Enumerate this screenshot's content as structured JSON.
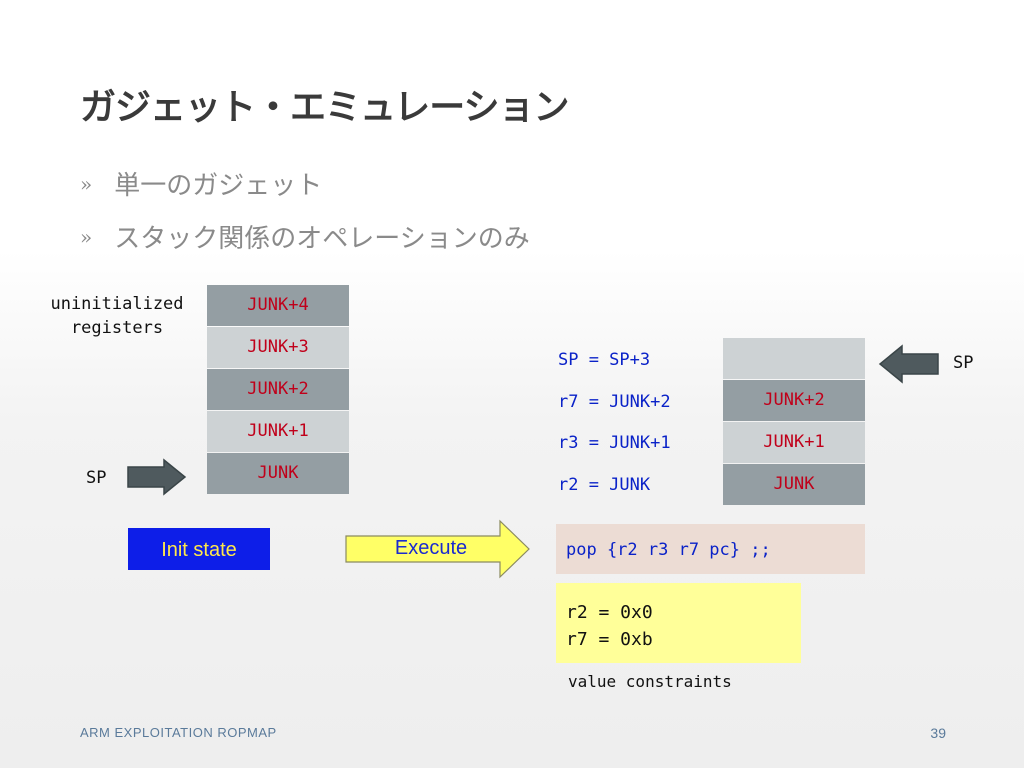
{
  "slide": {
    "title": "ガジェット・エミュレーション",
    "bullets": [
      {
        "mark": "»",
        "text": "単一のガジェット"
      },
      {
        "mark": "»",
        "text": "スタック関係のオペレーションのみ"
      }
    ]
  },
  "left_stack": {
    "label_line1": "uninitialized",
    "label_line2": "registers",
    "sp_label": "SP",
    "cells": [
      "JUNK+4",
      "JUNK+3",
      "JUNK+2",
      "JUNK+1",
      "JUNK"
    ]
  },
  "right_stack": {
    "sp_label": "SP",
    "ops": [
      "SP = SP+3",
      "r7 = JUNK+2",
      "r3 = JUNK+1",
      "r2 = JUNK"
    ],
    "cells": [
      "",
      "JUNK+2",
      "JUNK+1",
      "JUNK"
    ]
  },
  "init_label": "Init state",
  "execute_label": "Execute",
  "instruction": "pop {r2 r3 r7 pc} ;;",
  "constraints": {
    "line1": "r2 = 0x0",
    "line2": "r7 = 0xb",
    "caption": "value constraints"
  },
  "footer": {
    "left": "ARM EXPLOITATION ROPMAP",
    "page": "39"
  },
  "colors": {
    "cell_dark": "#949ea3",
    "cell_light": "#cdd2d4",
    "junk_text": "#c0001a",
    "op_text": "#0a22c8",
    "init_bg": "#0d1ee8",
    "init_text": "#ffe94a",
    "execute_bg": "#ffff66",
    "arrow_gray": "#4f5a5e",
    "pop_bg": "#ecdcd4",
    "constraints_bg": "#ffff99"
  }
}
